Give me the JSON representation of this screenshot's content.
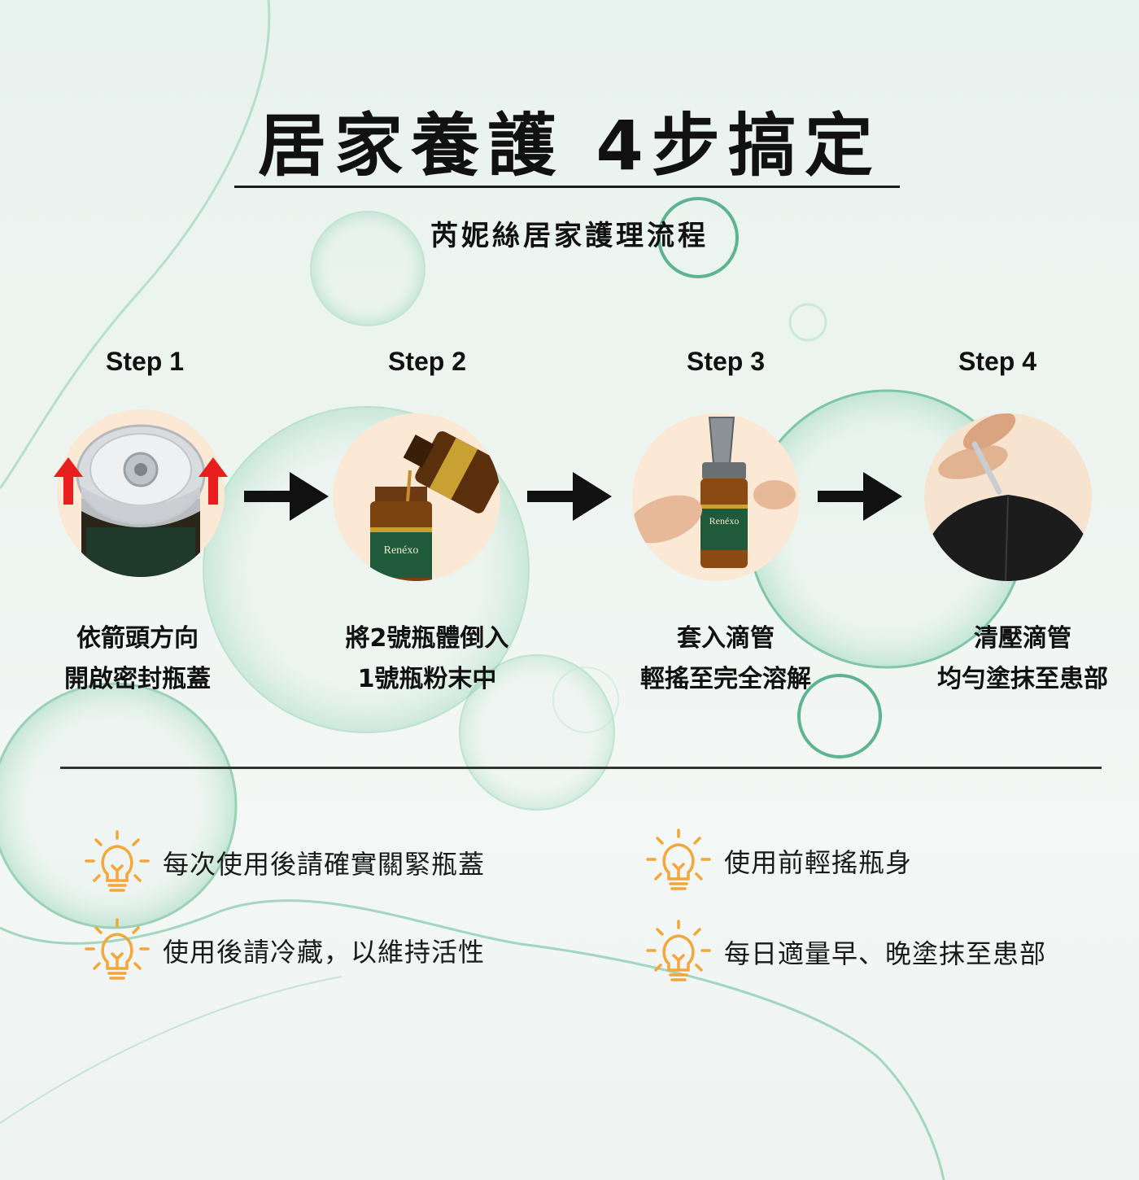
{
  "title": "居家養護  4步搞定",
  "subtitle": "芮妮絲居家護理流程",
  "steps": [
    {
      "label": "Step 1",
      "line1": "依箭頭方向",
      "line2": "開啟密封瓶蓋"
    },
    {
      "label": "Step 2",
      "line1": "將2號瓶體倒入",
      "line2": "1號瓶粉末中"
    },
    {
      "label": "Step 3",
      "line1": "套入滴管",
      "line2": "輕搖至完全溶解"
    },
    {
      "label": "Step 4",
      "line1": "清壓滴管",
      "line2": "均勻塗抹至患部"
    }
  ],
  "product_label": "Renéxo",
  "tips": [
    "每次使用後請確實關緊瓶蓋",
    "使用前輕搖瓶身",
    "使用後請冷藏，以維持活性",
    "每日適量早、晚塗抹至患部"
  ],
  "colors": {
    "accent_green": "#3aa37a",
    "bulb_orange": "#f3a63a",
    "arrow_red": "#e81d1d",
    "text": "#111111"
  },
  "icons": [
    "lightbulb-icon",
    "right-arrow-icon",
    "up-arrow-icon"
  ]
}
